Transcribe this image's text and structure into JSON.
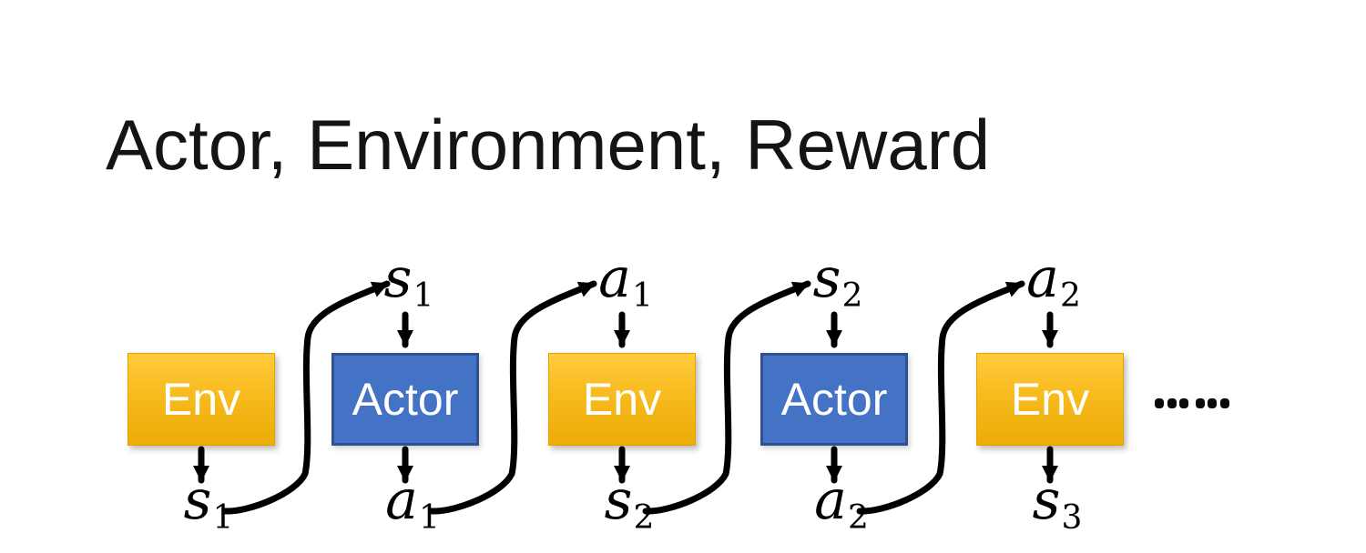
{
  "slide": {
    "title": "Actor, Environment, Reward"
  },
  "diagram": {
    "boxes": [
      {
        "id": "env-1",
        "label": "Env",
        "type": "env"
      },
      {
        "id": "actor-1",
        "label": "Actor",
        "type": "actor"
      },
      {
        "id": "env-2",
        "label": "Env",
        "type": "env"
      },
      {
        "id": "actor-2",
        "label": "Actor",
        "type": "actor"
      },
      {
        "id": "env-3",
        "label": "Env",
        "type": "env"
      }
    ],
    "top_labels": [
      {
        "base": "s",
        "sub": "1"
      },
      {
        "base": "a",
        "sub": "1"
      },
      {
        "base": "s",
        "sub": "2"
      },
      {
        "base": "a",
        "sub": "2"
      }
    ],
    "bottom_labels": [
      {
        "base": "s",
        "sub": "1"
      },
      {
        "base": "a",
        "sub": "1"
      },
      {
        "base": "s",
        "sub": "2"
      },
      {
        "base": "a",
        "sub": "2"
      },
      {
        "base": "s",
        "sub": "3"
      }
    ],
    "ellipsis": "……",
    "colors": {
      "env_gradient_top": "#FFCB3D",
      "env_gradient_bottom": "#EDAC06",
      "actor_fill": "#4472C4",
      "actor_border": "#2F528F",
      "arrow": "#000000",
      "box_text": "#FFFFFF",
      "title_text": "#141414"
    }
  }
}
